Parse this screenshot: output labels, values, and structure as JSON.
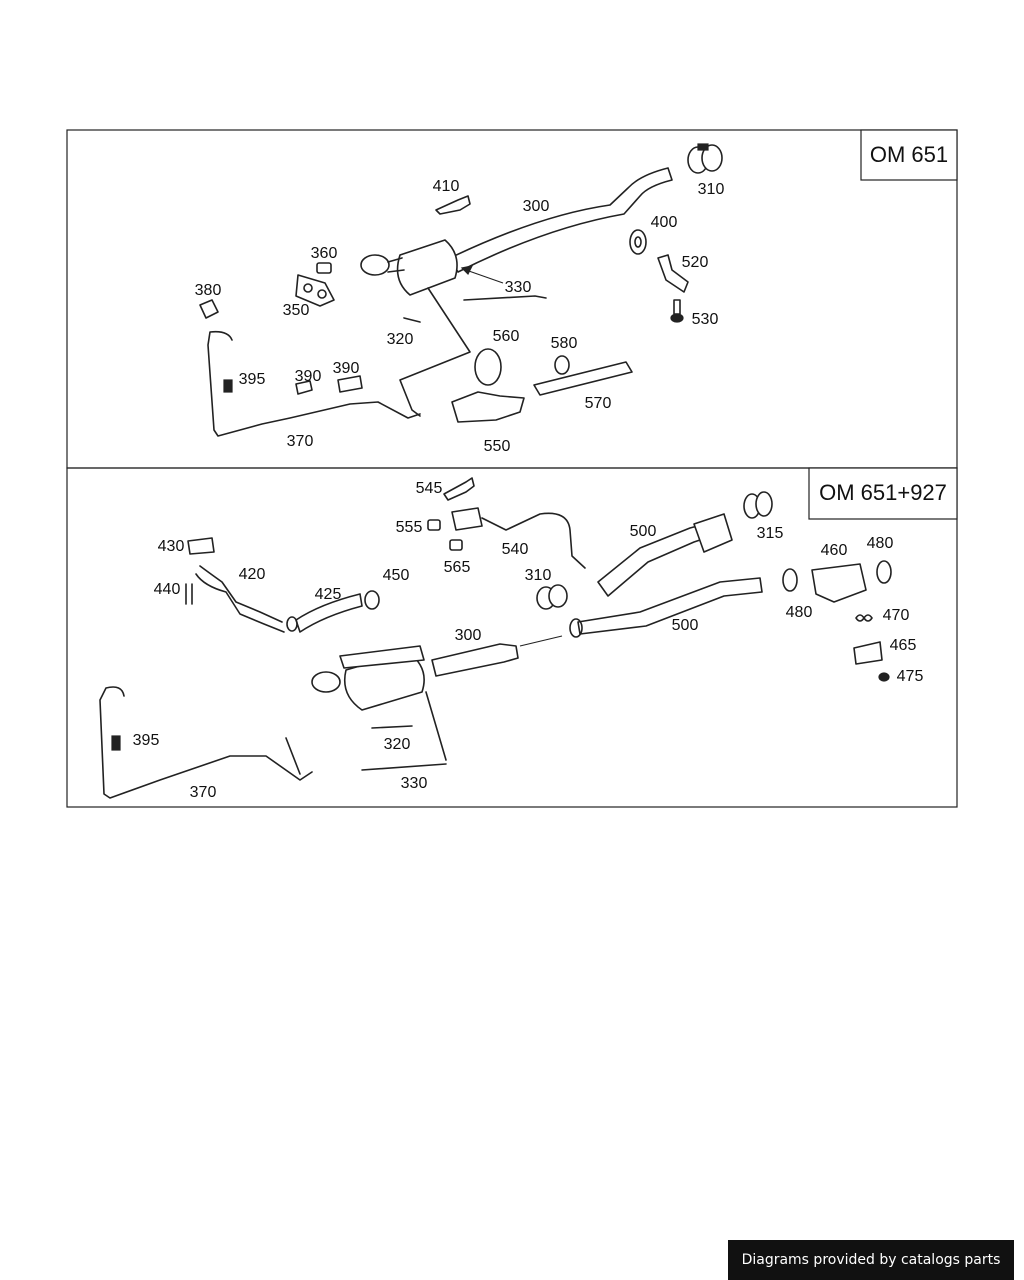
{
  "panels": [
    {
      "tag": "OM 651",
      "labels": [
        "410",
        "300",
        "310",
        "400",
        "360",
        "330",
        "520",
        "380",
        "350",
        "320",
        "560",
        "580",
        "530",
        "395",
        "390",
        "390",
        "570",
        "370",
        "550"
      ]
    },
    {
      "tag": "OM 651+927",
      "labels": [
        "545",
        "555",
        "500",
        "315",
        "540",
        "565",
        "460",
        "480",
        "430",
        "420",
        "440",
        "310",
        "425",
        "450",
        "480",
        "470",
        "500",
        "300",
        "465",
        "475",
        "395",
        "320",
        "370",
        "330"
      ]
    }
  ],
  "footer": {
    "credit": "Diagrams provided by catalogs parts"
  },
  "colors": {
    "line": "#222222",
    "background": "#ffffff",
    "footer_bg": "#111111",
    "footer_text": "#ffffff"
  }
}
